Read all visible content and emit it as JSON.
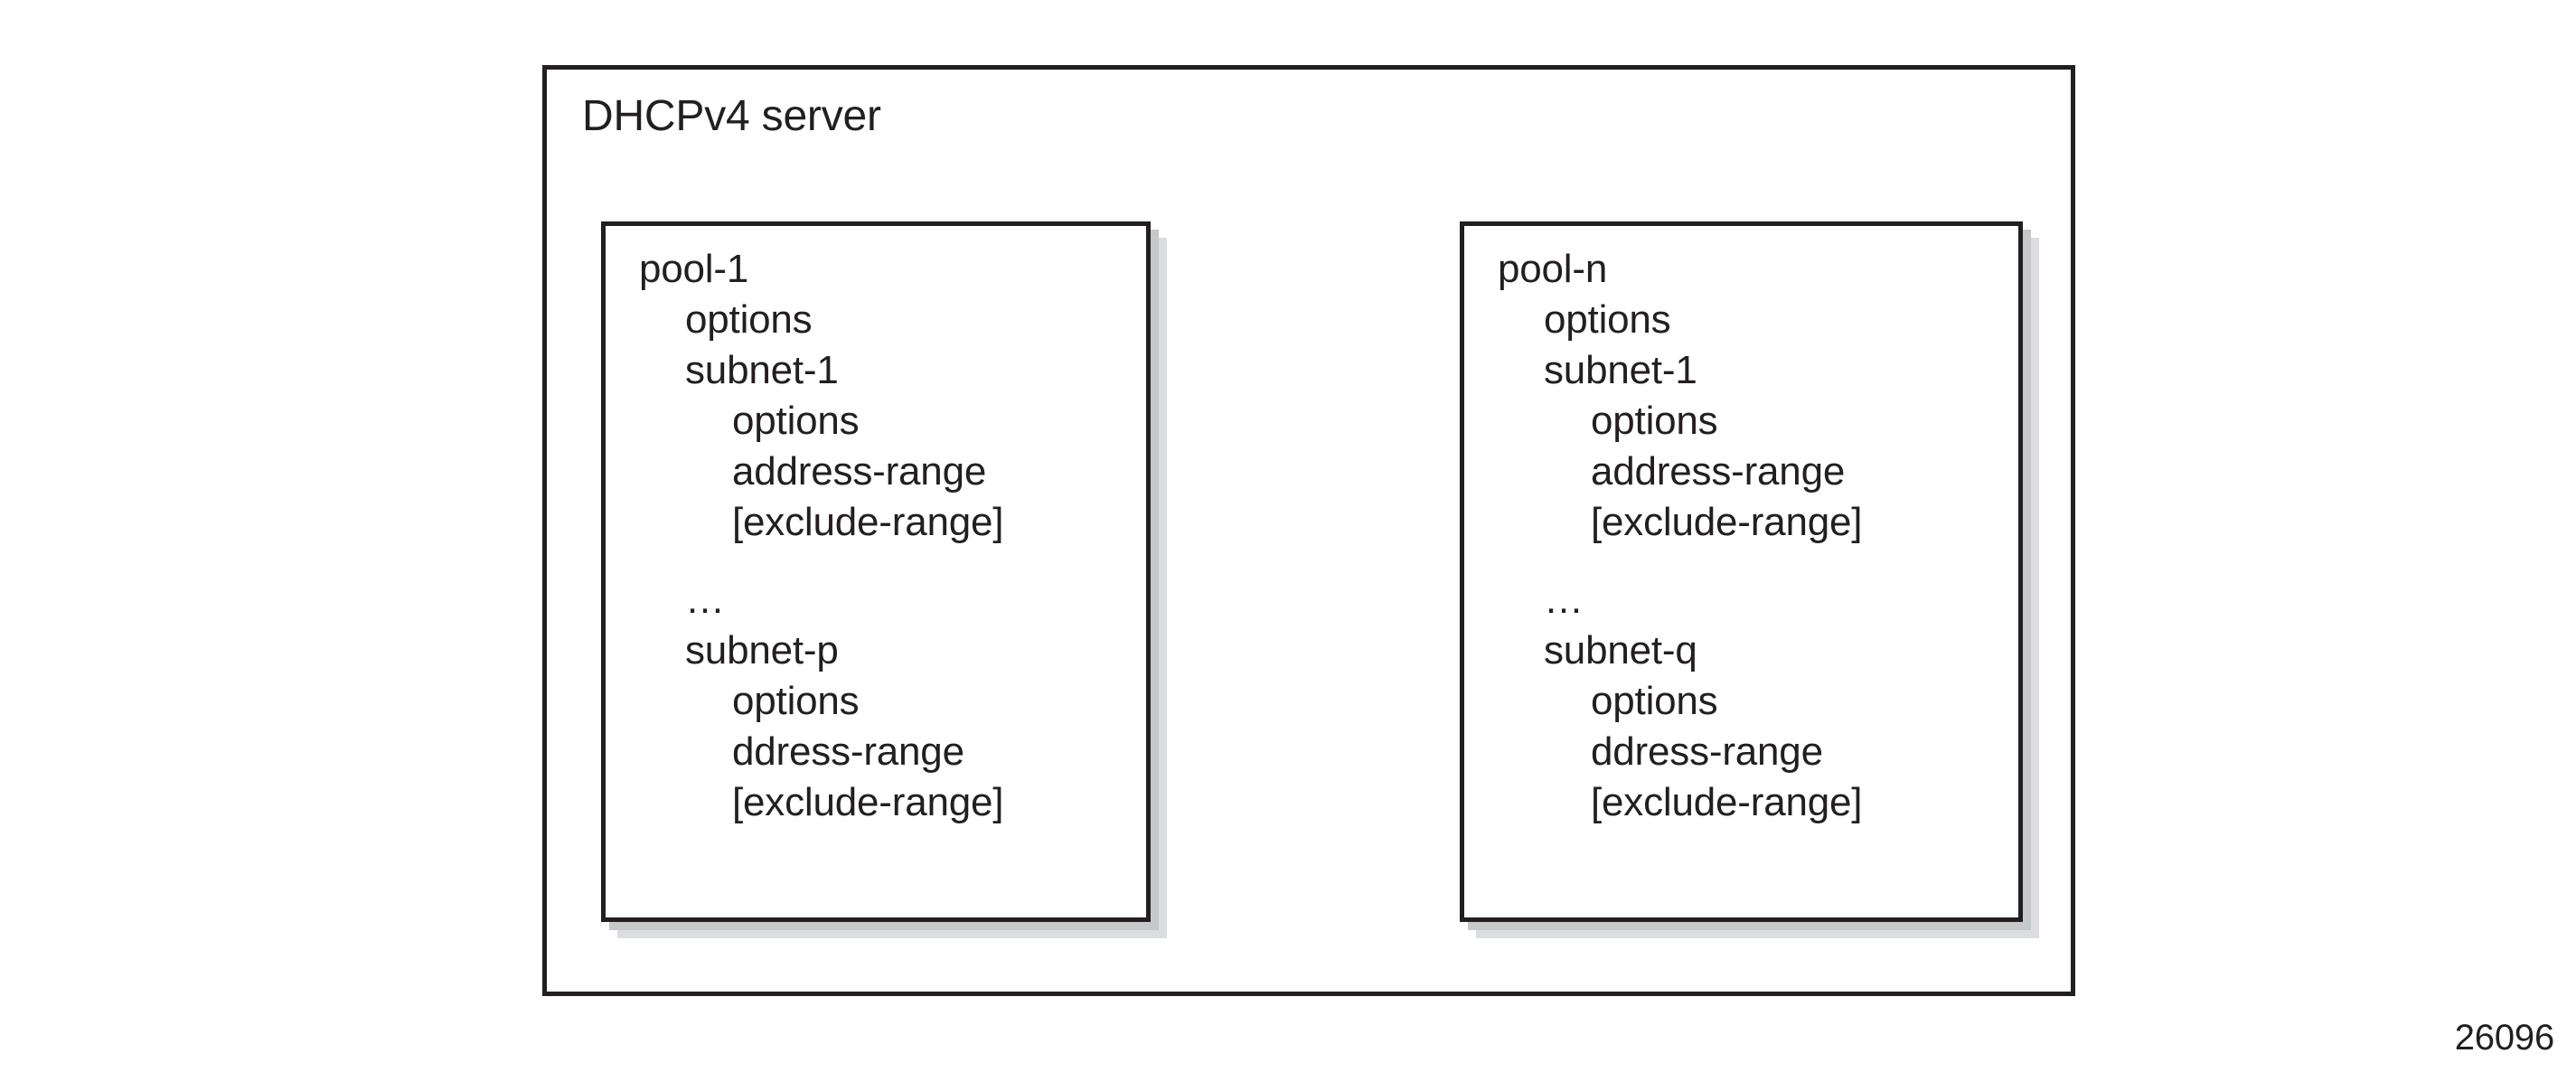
{
  "figure": {
    "title": "DHCPv4 server",
    "number": "26096",
    "separator_ellipsis": "...",
    "colors": {
      "ink": "#231f20",
      "background": "#ffffff",
      "shadow_inner": "#c6c8ca",
      "shadow_outer": "#dcdde0"
    }
  },
  "pools": [
    {
      "name": "pool-1",
      "lines": [
        {
          "text": "pool-1",
          "level": 0,
          "spaced": false
        },
        {
          "text": "options",
          "level": 1,
          "spaced": false
        },
        {
          "text": "subnet-1",
          "level": 1,
          "spaced": false
        },
        {
          "text": "options",
          "level": 2,
          "spaced": false
        },
        {
          "text": "address-range",
          "level": 2,
          "spaced": false
        },
        {
          "text": "[exclude-range]",
          "level": 2,
          "spaced": false
        },
        {
          "text": "…",
          "level": 1,
          "spaced": true
        },
        {
          "text": "subnet-p",
          "level": 1,
          "spaced": false
        },
        {
          "text": "options",
          "level": 2,
          "spaced": false
        },
        {
          "text": "ddress-range",
          "level": 2,
          "spaced": false
        },
        {
          "text": "[exclude-range]",
          "level": 2,
          "spaced": false
        }
      ]
    },
    {
      "name": "pool-n",
      "lines": [
        {
          "text": "pool-n",
          "level": 0,
          "spaced": false
        },
        {
          "text": "options",
          "level": 1,
          "spaced": false
        },
        {
          "text": "subnet-1",
          "level": 1,
          "spaced": false
        },
        {
          "text": "options",
          "level": 2,
          "spaced": false
        },
        {
          "text": "address-range",
          "level": 2,
          "spaced": false
        },
        {
          "text": "[exclude-range]",
          "level": 2,
          "spaced": false
        },
        {
          "text": "…",
          "level": 1,
          "spaced": true
        },
        {
          "text": "subnet-q",
          "level": 1,
          "spaced": false
        },
        {
          "text": "options",
          "level": 2,
          "spaced": false
        },
        {
          "text": "ddress-range",
          "level": 2,
          "spaced": false
        },
        {
          "text": "[exclude-range]",
          "level": 2,
          "spaced": false
        }
      ]
    }
  ]
}
